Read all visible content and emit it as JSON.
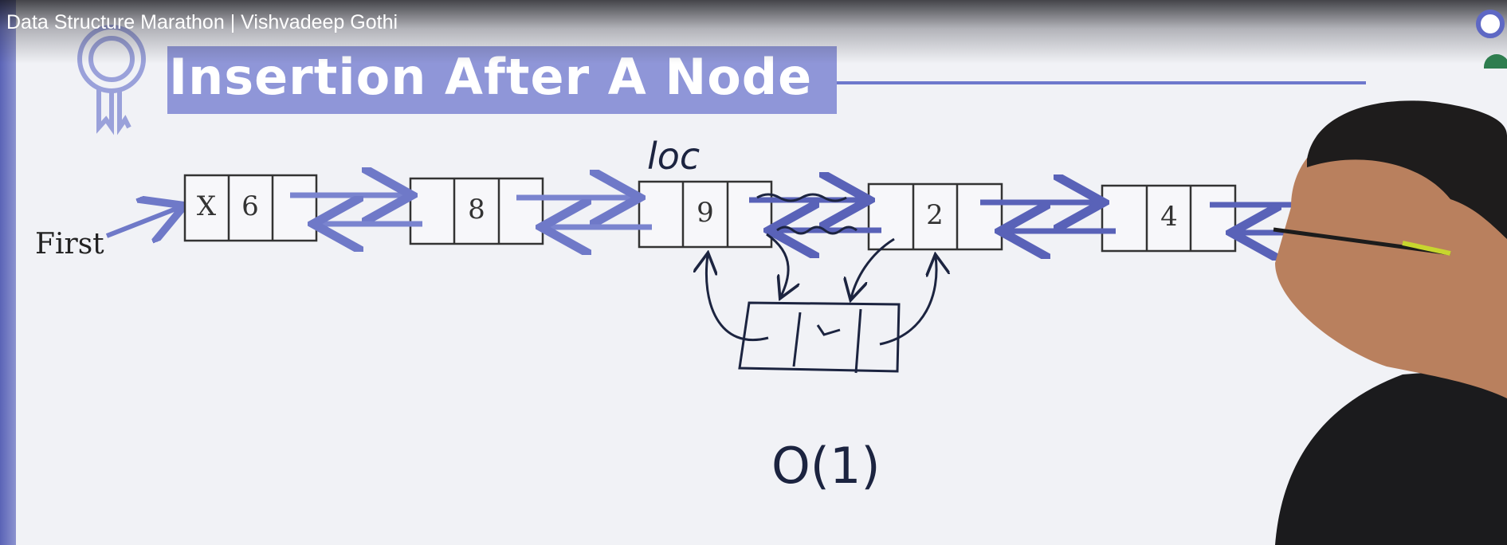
{
  "video": {
    "title": "Data Structure Marathon | Vishvadeep Gothi"
  },
  "slide": {
    "heading": "Insertion After A Node",
    "first_label": "First",
    "loc_label": "loc",
    "complexity": "O(1)",
    "nodes": [
      {
        "prev": "X",
        "value": "6"
      },
      {
        "prev": "",
        "value": "8"
      },
      {
        "prev": "",
        "value": "9"
      },
      {
        "prev": "",
        "value": "2"
      },
      {
        "prev": "",
        "value": "4"
      }
    ]
  },
  "colors": {
    "accent": "#8f96d8",
    "arrow": "#6f79c8",
    "ink": "#1c2440"
  },
  "icons": [
    "award-ribbon-icon",
    "clock-icon"
  ]
}
